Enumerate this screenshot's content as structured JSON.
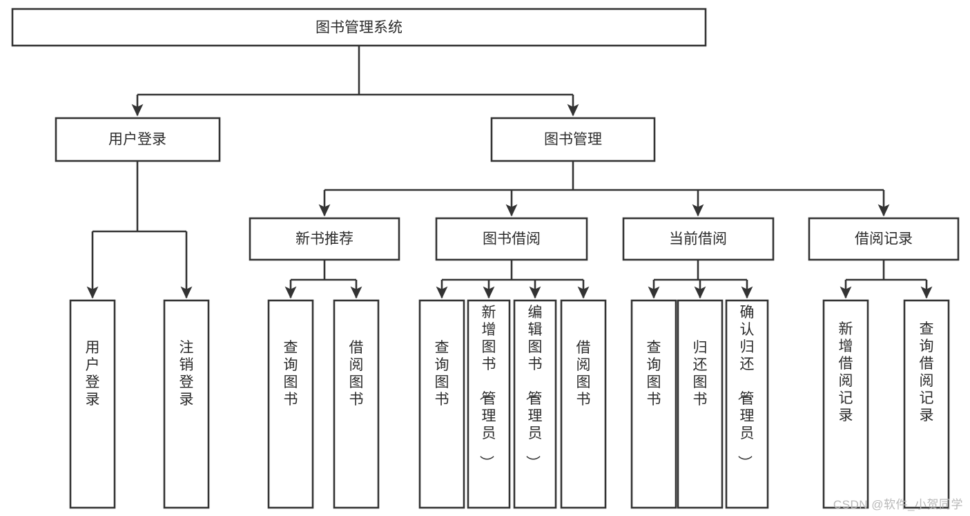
{
  "diagram": {
    "title": "图书管理系统",
    "type": "tree-hierarchy-diagram",
    "root": {
      "id": "root",
      "label": "图书管理系统",
      "orientation": "horizontal"
    },
    "level2": [
      {
        "id": "user-login",
        "label": "用户登录",
        "orientation": "horizontal"
      },
      {
        "id": "book-manage",
        "label": "图书管理",
        "orientation": "horizontal"
      }
    ],
    "level3": [
      {
        "id": "new-book-recommend",
        "label": "新书推荐",
        "orientation": "horizontal",
        "parent": "book-manage"
      },
      {
        "id": "book-borrow",
        "label": "图书借阅",
        "orientation": "horizontal",
        "parent": "book-manage"
      },
      {
        "id": "current-borrow",
        "label": "当前借阅",
        "orientation": "horizontal",
        "parent": "book-manage"
      },
      {
        "id": "borrow-record",
        "label": "借阅记录",
        "orientation": "horizontal",
        "parent": "book-manage"
      }
    ],
    "leaves": [
      {
        "id": "leaf-user-login",
        "label": "用户登录",
        "orientation": "vertical",
        "parent": "user-login"
      },
      {
        "id": "leaf-user-logout",
        "label": "注销登录",
        "orientation": "vertical",
        "parent": "user-login"
      },
      {
        "id": "leaf-query-book-1",
        "label": "查询图书",
        "orientation": "vertical",
        "parent": "new-book-recommend"
      },
      {
        "id": "leaf-borrow-book-1",
        "label": "借阅图书",
        "orientation": "vertical",
        "parent": "new-book-recommend"
      },
      {
        "id": "leaf-query-book-2",
        "label": "查询图书",
        "orientation": "vertical",
        "parent": "book-borrow"
      },
      {
        "id": "leaf-add-book",
        "label": "新增图书（管理员）",
        "orientation": "vertical",
        "parent": "book-borrow"
      },
      {
        "id": "leaf-edit-book",
        "label": "编辑图书（管理员）",
        "orientation": "vertical",
        "parent": "book-borrow"
      },
      {
        "id": "leaf-borrow-book-2",
        "label": "借阅图书",
        "orientation": "vertical",
        "parent": "book-borrow"
      },
      {
        "id": "leaf-query-book-3",
        "label": "查询图书",
        "orientation": "vertical",
        "parent": "current-borrow"
      },
      {
        "id": "leaf-return-book",
        "label": "归还图书",
        "orientation": "vertical",
        "parent": "current-borrow"
      },
      {
        "id": "leaf-confirm-return",
        "label": "确认归还（管理员）",
        "orientation": "vertical",
        "parent": "current-borrow"
      },
      {
        "id": "leaf-add-record",
        "label": "新增借阅记录",
        "orientation": "vertical",
        "parent": "borrow-record"
      },
      {
        "id": "leaf-query-record",
        "label": "查询借阅记录",
        "orientation": "vertical",
        "parent": "borrow-record"
      }
    ],
    "colors": {
      "stroke": "#333333",
      "fill": "#ffffff",
      "text": "#2b2b2b",
      "background": "#ffffff",
      "watermark": "#b8b8b8"
    }
  },
  "watermark": {
    "text": "CSDN @软件_小贺同学"
  }
}
